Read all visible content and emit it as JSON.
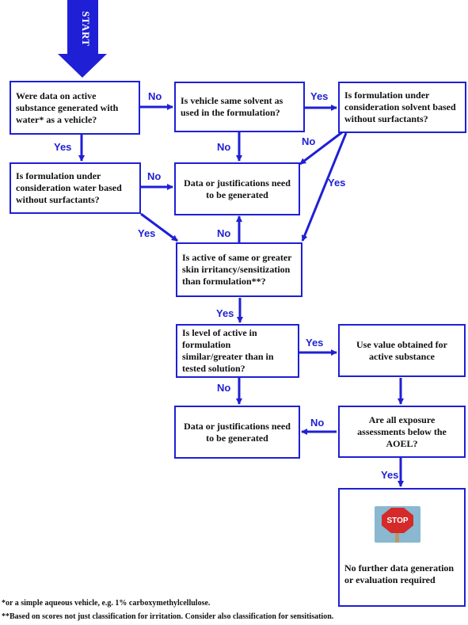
{
  "start_label": "START",
  "boxes": {
    "q_water_vehicle": "Were data on active substance generated with water* as a vehicle?",
    "q_same_solvent": "Is vehicle same solvent as used in the formulation?",
    "q_solvent_based": "Is formulation under consideration solvent based without surfactants?",
    "q_water_based": "Is formulation under consideration water based without surfactants?",
    "data_needed_top": "Data or justifications need to be generated",
    "q_irritancy": "Is active of same or greater skin irritancy/sensitization than formulation**?",
    "q_level": "Is level of active in formulation similar/greater than in tested solution?",
    "use_value": "Use value obtained for active substance",
    "data_needed_bottom": "Data or justifications need to be generated",
    "q_aoel": "Are all exposure assessments below the AOEL?",
    "stop_sign": "STOP",
    "no_further": "No further data generation or evaluation required"
  },
  "labels": {
    "no1": "No",
    "yes1": "Yes",
    "yes2": "Yes",
    "no2": "No",
    "no3": "No",
    "yes3": "Yes",
    "yes4": "Yes",
    "no4": "No",
    "no5": "No",
    "yes5": "Yes",
    "yes6": "Yes",
    "no6": "No",
    "no7": "No",
    "yes7": "Yes"
  },
  "footnotes": {
    "note1": "*or a simple aqueous vehicle, e.g. 1% carboxymethylcellulose.",
    "note2": "**Based on scores not just classification for irritation. Consider also classification for sensitisation."
  },
  "colors": {
    "accent": "#1f1fd6",
    "stop_red": "#d42a2a"
  }
}
